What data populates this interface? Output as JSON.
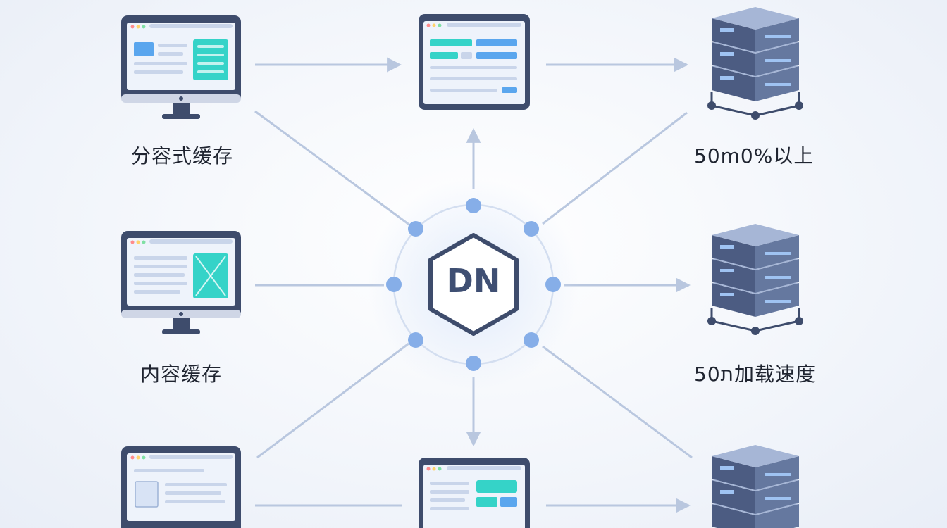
{
  "hub": {
    "label": "DN"
  },
  "labels": {
    "left_top": "分容式缓存",
    "left_middle": "内容缓存",
    "right_top": "50m0%以上",
    "right_middle": "50ת加载速度"
  },
  "colors": {
    "frame": "#3e4c6c",
    "screen": "#eef3fb",
    "accent_teal": "#35d3c8",
    "accent_blue": "#5aa6ee",
    "line": "#b9c7df",
    "node": "#86aee8",
    "server_top": "#8ea1c7",
    "server_body": "#5d6f97"
  },
  "icons": {
    "monitor": "desktop-monitor-icon",
    "window": "browser-window-icon",
    "server": "server-stack-icon",
    "hub": "hexagon-hub-icon"
  }
}
